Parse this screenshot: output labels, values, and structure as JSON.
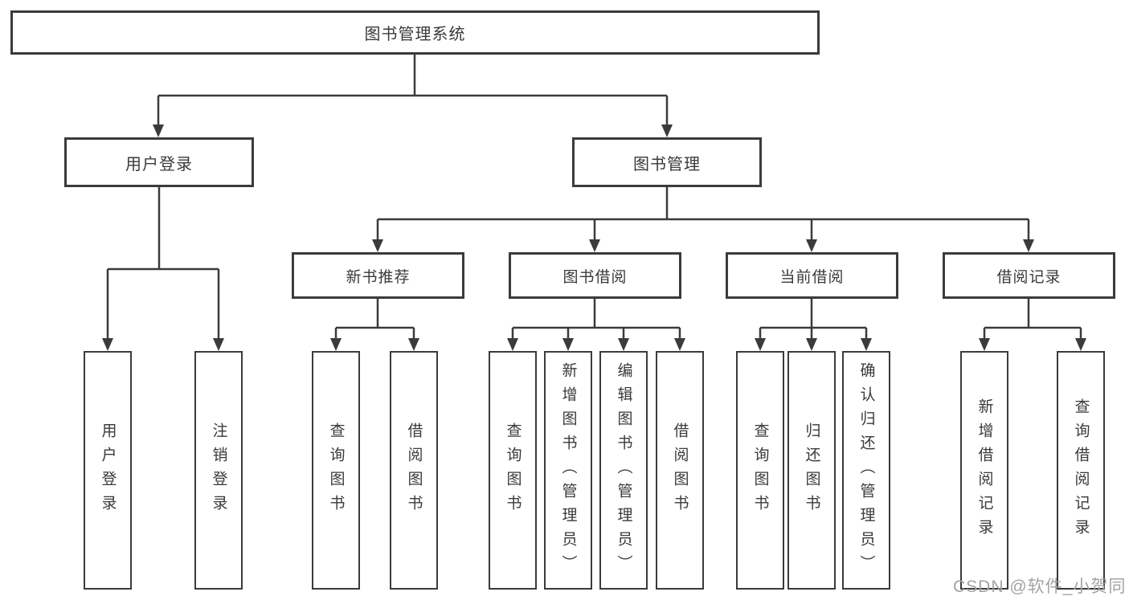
{
  "tree": {
    "root": {
      "label": "图书管理系统"
    },
    "branches": [
      {
        "label": "用户登录",
        "children": [
          {
            "label": "用户登录"
          },
          {
            "label": "注销登录"
          }
        ]
      },
      {
        "label": "图书管理",
        "children": [
          {
            "label": "新书推荐",
            "children": [
              {
                "label": "查询图书"
              },
              {
                "label": "借阅图书"
              }
            ]
          },
          {
            "label": "图书借阅",
            "children": [
              {
                "label": "查询图书"
              },
              {
                "label": "新增图书（管理员）"
              },
              {
                "label": "编辑图书（管理员）"
              },
              {
                "label": "借阅图书"
              }
            ]
          },
          {
            "label": "当前借阅",
            "children": [
              {
                "label": "查询图书"
              },
              {
                "label": "归还图书"
              },
              {
                "label": "确认归还（管理员）"
              }
            ]
          },
          {
            "label": "借阅记录",
            "children": [
              {
                "label": "新增借阅记录"
              },
              {
                "label": "查询借阅记录"
              }
            ]
          }
        ]
      }
    ]
  },
  "watermark": {
    "text": "CSDN @软件_小贺同学"
  },
  "colors": {
    "line": "#3b3b3b",
    "box_border": "#3b3b3b",
    "box_fill": "#ffffff",
    "text": "#3a3a3a",
    "watermark": "#a3a3a3"
  }
}
